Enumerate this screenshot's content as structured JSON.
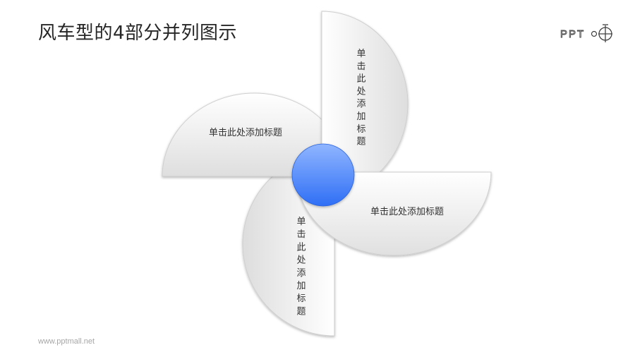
{
  "page": {
    "title": "风车型的4部分并列图示",
    "footer_url": "www.pptmall.net",
    "logo_text": "PPT"
  },
  "diagram": {
    "type": "pinwheel",
    "parts": 4,
    "blades": [
      {
        "id": "top",
        "label": "单击此处添加标题",
        "orientation": "vertical"
      },
      {
        "id": "left",
        "label": "单击此处添加标题",
        "orientation": "horizontal"
      },
      {
        "id": "right",
        "label": "单击此处添加标题",
        "orientation": "horizontal"
      },
      {
        "id": "bottom",
        "label": "单击此处添加标题",
        "orientation": "vertical"
      }
    ],
    "colors": {
      "hub_top": "#8fb5ff",
      "hub_bottom": "#2f6ff5",
      "blade_light": "#ffffff",
      "blade_dark": "#e2e2e2",
      "text": "#333333"
    }
  }
}
